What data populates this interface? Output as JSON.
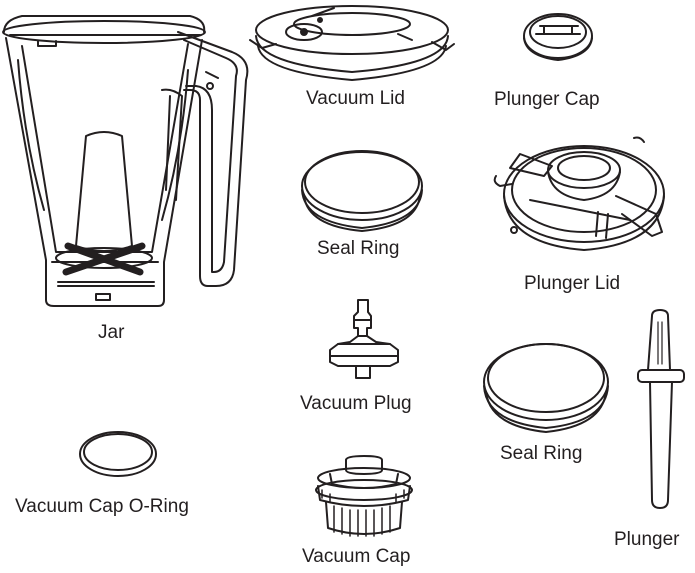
{
  "parts": {
    "jar": "Jar",
    "vacuum_lid": "Vacuum Lid",
    "plunger_cap": "Plunger Cap",
    "seal_ring_1": "Seal Ring",
    "plunger_lid": "Plunger Lid",
    "vacuum_plug": "Vacuum Plug",
    "seal_ring_2": "Seal Ring",
    "vacuum_cap_o_ring": "Vacuum Cap O-Ring",
    "vacuum_cap": "Vacuum Cap",
    "plunger": "Plunger"
  },
  "colors": {
    "line": "#231f20",
    "background": "#ffffff"
  }
}
